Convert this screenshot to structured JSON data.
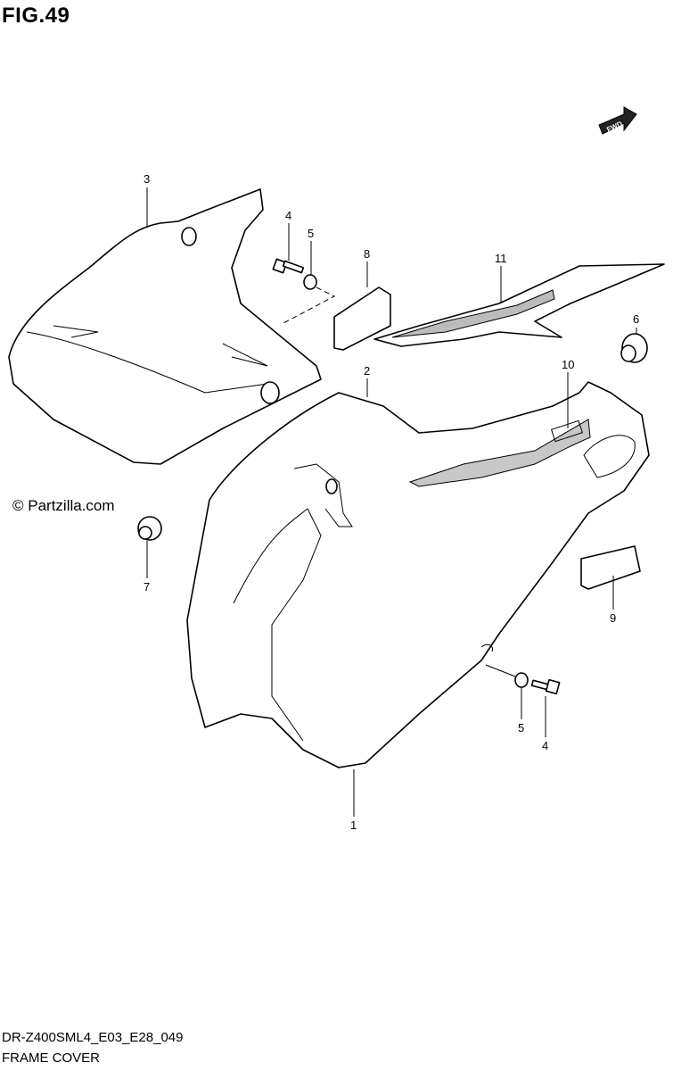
{
  "figure": {
    "title": "FIG.49",
    "watermark": "© Partzilla.com",
    "model_code": "DR-Z400SML4_E03_E28_049",
    "section_name": "FRAME COVER",
    "fwd_label": "FWD"
  },
  "callouts": [
    "1",
    "2",
    "3",
    "4",
    "5",
    "8",
    "11",
    "6",
    "10",
    "7",
    "9",
    "5",
    "4"
  ]
}
